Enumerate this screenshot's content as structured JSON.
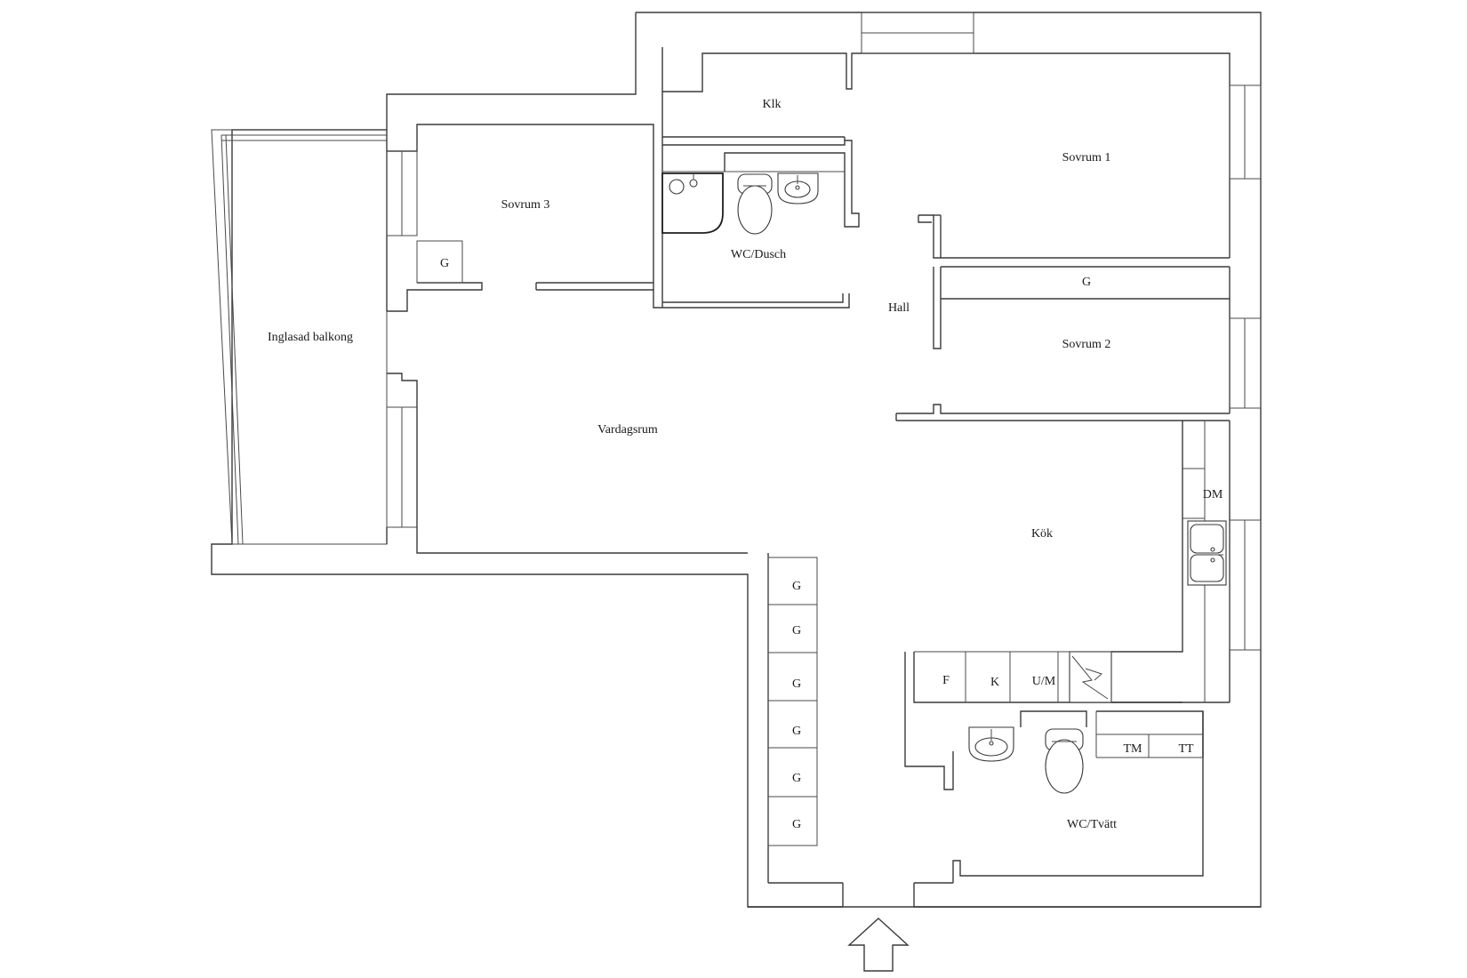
{
  "rooms": {
    "klk": "Klk",
    "sovrum1": "Sovrum 1",
    "sovrum3": "Sovrum 3",
    "wc_dusch": "WC/Dusch",
    "hall": "Hall",
    "sovrum2": "Sovrum 2",
    "inglasad_balkong": "Inglasad balkong",
    "vardagsrum": "Vardagsrum",
    "kok": "Kök",
    "wc_tvatt": "WC/Tvätt"
  },
  "storage": {
    "sovrum3_g": "G",
    "sovrum1_g": "G",
    "entrance_g": [
      "G",
      "G",
      "G",
      "G",
      "G",
      "G"
    ]
  },
  "appliances": {
    "dm": "DM",
    "f": "F",
    "k": "K",
    "um": "U/M",
    "tm": "TM",
    "tt": "TT"
  },
  "icons": {
    "entrance": "entrance-arrow-icon",
    "toilet": "toilet-icon",
    "sink": "sink-icon",
    "shower": "shower-icon",
    "kitchen_sink": "kitchen-sink-icon",
    "stove": "stove-icon"
  },
  "colors": {
    "line": "#3a3a3a",
    "background": "#ffffff"
  }
}
